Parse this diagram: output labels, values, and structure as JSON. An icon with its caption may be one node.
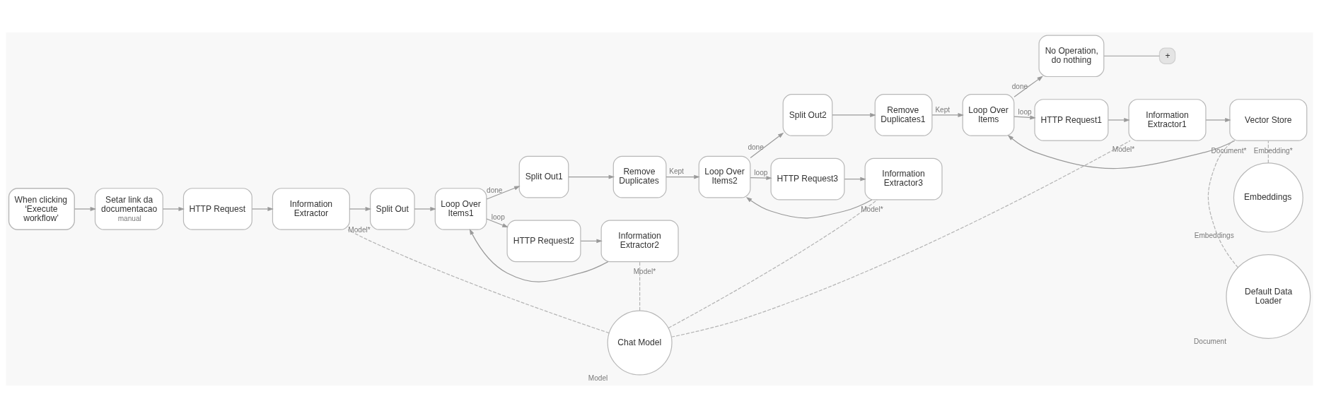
{
  "diagram": {
    "nodes": [
      {
        "text": [
          "When clicking ‘Execute workflow’"
        ]
      },
      {
        "text": [
          "Setar link da documentacao",
          "manual"
        ]
      },
      {
        "text": [
          "HTTP Request"
        ]
      },
      {
        "text": [
          "Information Extractor"
        ]
      },
      {
        "text": [
          "Split Out"
        ]
      },
      {
        "text": [
          "Loop Over Items1"
        ]
      },
      {
        "text": [
          "Split Out1"
        ]
      },
      {
        "text": [
          "Remove Duplicates"
        ]
      },
      {
        "text": [
          "HTTP Request2"
        ]
      },
      {
        "text": [
          "Information Extractor2"
        ]
      },
      {
        "text": [
          "Loop Over Items2"
        ]
      },
      {
        "text": [
          "Split Out2"
        ]
      },
      {
        "text": [
          "Remove Duplicates1"
        ]
      },
      {
        "text": [
          "HTTP Request3"
        ]
      },
      {
        "text": [
          "Information Extractor3"
        ]
      },
      {
        "text": [
          "Loop Over Items"
        ]
      },
      {
        "text": [
          "No Operation, do nothing"
        ]
      },
      {
        "text": [
          "+"
        ]
      },
      {
        "text": [
          "HTTP Request1"
        ]
      },
      {
        "text": [
          "Information Extractor1"
        ]
      },
      {
        "text": [
          "Vector Store"
        ]
      },
      {
        "text": [
          "Embeddings"
        ],
        "beside": [
          "Embeddings"
        ]
      },
      {
        "text": [
          "Default Data Loader"
        ],
        "beside": [
          "Document"
        ]
      },
      {
        "text": [
          "Chat Model"
        ],
        "beside": [
          "Model"
        ]
      }
    ],
    "edges": [
      {
        "from": 0,
        "to": 1,
        "arrow": "to"
      },
      {
        "from": 1,
        "to": 2,
        "arrow": "to"
      },
      {
        "from": 2,
        "to": 3,
        "arrow": "to"
      },
      {
        "from": 3,
        "to": 4,
        "arrow": "to"
      },
      {
        "from": 4,
        "to": 5,
        "arrow": "to"
      },
      {
        "from": 5,
        "to": 6,
        "arrow": "to",
        "label": "done"
      },
      {
        "from": 5,
        "to": 8,
        "arrow": "to",
        "label": "loop"
      },
      {
        "from": 6,
        "to": 7,
        "arrow": "to"
      },
      {
        "from": 7,
        "to": 10,
        "arrow": "to",
        "label": "Kept"
      },
      {
        "from": 8,
        "to": 9,
        "arrow": "to"
      },
      {
        "from": 9,
        "to": 5,
        "arrow": "to"
      },
      {
        "from": 10,
        "to": 11,
        "arrow": "to",
        "label": "done"
      },
      {
        "from": 10,
        "to": 13,
        "arrow": "to",
        "label": "loop"
      },
      {
        "from": 11,
        "to": 12,
        "arrow": "to"
      },
      {
        "from": 12,
        "to": 15,
        "arrow": "to",
        "label": "Kept"
      },
      {
        "from": 13,
        "to": 14,
        "arrow": "to"
      },
      {
        "from": 14,
        "to": 10,
        "arrow": "to"
      },
      {
        "from": 15,
        "to": 16,
        "arrow": "to",
        "label": "done"
      },
      {
        "from": 15,
        "to": 18,
        "arrow": "to",
        "label": "loop"
      },
      {
        "from": 16,
        "to": 17,
        "arrow": "none"
      },
      {
        "from": 18,
        "to": 19,
        "arrow": "to"
      },
      {
        "from": 19,
        "to": 20,
        "arrow": "to"
      },
      {
        "from": 20,
        "to": 15,
        "arrow": "to"
      },
      {
        "from": 23,
        "to": 3,
        "arrow": "none",
        "style": "dashed",
        "label": "Model*"
      },
      {
        "from": 23,
        "to": 9,
        "arrow": "none",
        "style": "dashed",
        "label": "Model*"
      },
      {
        "from": 23,
        "to": 14,
        "arrow": "none",
        "style": "dashed",
        "label": "Model*"
      },
      {
        "from": 23,
        "to": 19,
        "arrow": "none",
        "style": "dashed",
        "label": "Model*"
      },
      {
        "from": 21,
        "to": 20,
        "arrow": "none",
        "style": "dashed",
        "label": "Embedding*"
      },
      {
        "from": 22,
        "to": 20,
        "arrow": "none",
        "style": "dashed",
        "label": "Document*"
      }
    ]
  }
}
